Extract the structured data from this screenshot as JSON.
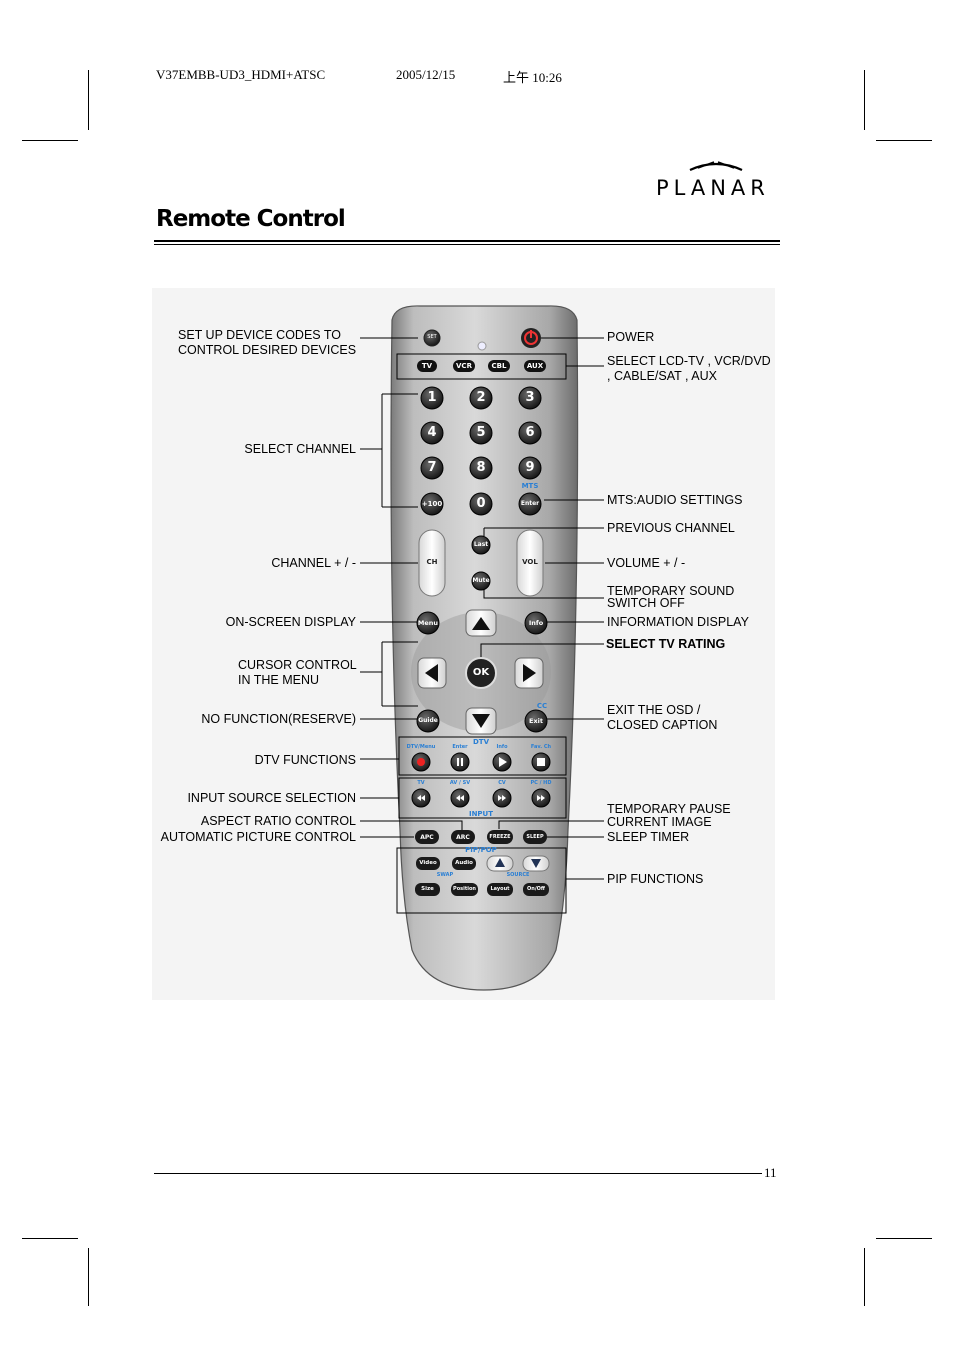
{
  "header": {
    "doc_id": "V37EMBB-UD3_HDMI+ATSC",
    "date": "2005/12/15",
    "time": "上午 10:26"
  },
  "logo_text": "PLANAR",
  "section_title": "Remote Control",
  "page_number": "11",
  "callouts": {
    "setup": [
      "SET UP DEVICE CODES TO",
      "CONTROL DESIRED DEVICES"
    ],
    "power": "POWER",
    "select_device": [
      "SELECT LCD-TV , VCR/DVD",
      ", CABLE/SAT ,  AUX"
    ],
    "select_channel": "SELECT CHANNEL",
    "mts": "MTS:AUDIO SETTINGS",
    "previous_channel": "PREVIOUS CHANNEL",
    "channel": "CHANNEL + / -",
    "volume": "VOLUME + / -",
    "mute": [
      "TEMPORARY SOUND",
      "SWITCH OFF"
    ],
    "osd": "ON-SCREEN DISPLAY",
    "info": "INFORMATION DISPLAY",
    "tv_rating": "SELECT TV RATING",
    "cursor": [
      "CURSOR CONTROL",
      "IN THE MENU"
    ],
    "no_function": "NO FUNCTION(RESERVE)",
    "exit": [
      "EXIT THE OSD /",
      "CLOSED CAPTION"
    ],
    "dtv": "DTV FUNCTIONS",
    "input": "INPUT SOURCE SELECTION",
    "freeze": [
      "TEMPORARY PAUSE",
      "CURRENT IMAGE"
    ],
    "arc": "ASPECT RATIO CONTROL",
    "apc": "AUTOMATIC PICTURE CONTROL",
    "sleep": "SLEEP TIMER",
    "pip": "PIP FUNCTIONS"
  },
  "remote": {
    "set": "SET",
    "devices": [
      "TV",
      "VCR",
      "CBL",
      "AUX"
    ],
    "digits": [
      "1",
      "2",
      "3",
      "4",
      "5",
      "6",
      "7",
      "8",
      "9"
    ],
    "plus100": "+100",
    "zero": "0",
    "mts_label": "MTS",
    "enter": "Enter",
    "last": "Last",
    "mute": "Mute",
    "ch": "CH",
    "vol": "VOL",
    "menu": "Menu",
    "info": "Info",
    "ok": "OK",
    "guide": "Guide",
    "exit": "Exit",
    "cc_label": "CC",
    "dtv_label": "DTV",
    "dtv_keys": [
      "DTV/Menu",
      "Enter",
      "Info",
      "Fav. Ch"
    ],
    "input_label": "INPUT",
    "input_keys": [
      "TV",
      "AV / SV",
      "CV",
      "PC / HD"
    ],
    "function_keys": [
      "APC",
      "ARC",
      "FREEZE",
      "SLEEP"
    ],
    "pip_label": "PIP/POP",
    "pip_top": [
      "Video",
      "Audio"
    ],
    "swap_label": "SWAP",
    "source_label": "SOURCE",
    "pip_bottom": [
      "Size",
      "Position",
      "Layout",
      "On/Off"
    ]
  }
}
